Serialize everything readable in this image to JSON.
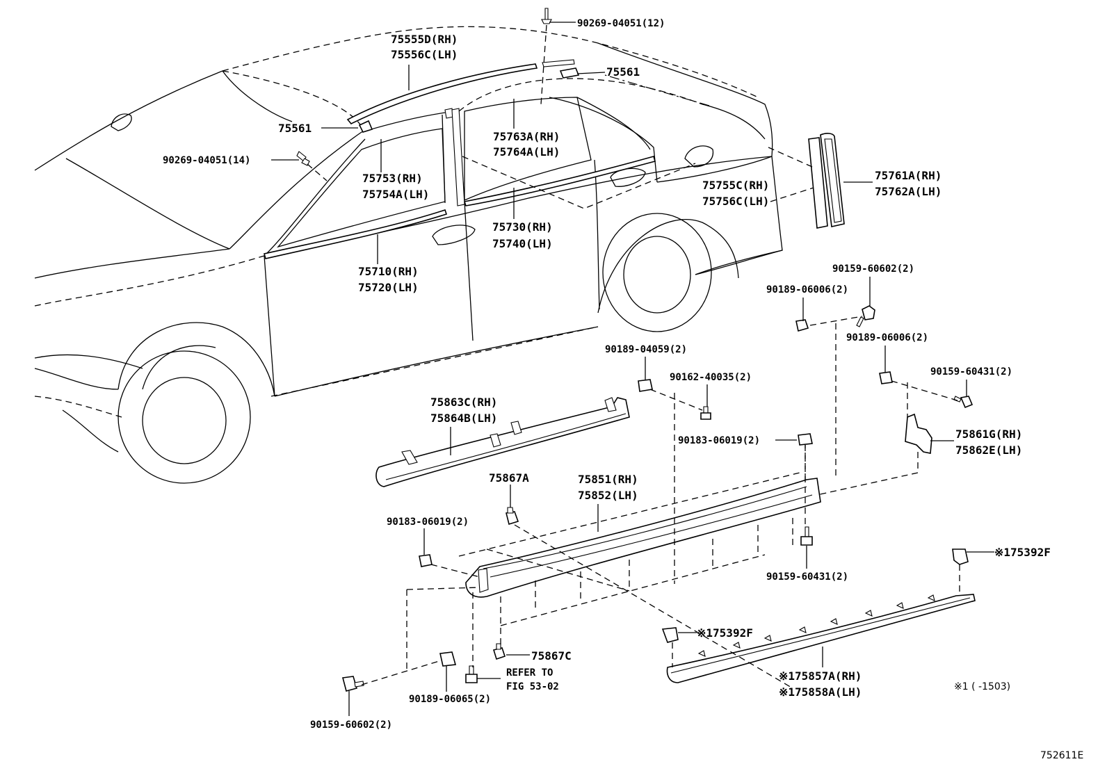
{
  "diagram": {
    "labels": {
      "clip_90269_04051_12": "90269-04051(12)",
      "molding_75555d_rh": "75555D(RH)",
      "molding_75556c_lh": "75556C(LH)",
      "clip_75561_top": "75561",
      "clip_75561_left": "75561",
      "clip_90269_04051_14": "90269-04051(14)",
      "molding_75763a_rh": "75763A(RH)",
      "molding_75764a_lh": "75764A(LH)",
      "molding_75753_rh": "75753(RH)",
      "molding_75754a_lh": "75754A(LH)",
      "molding_75755c_rh": "75755C(RH)",
      "molding_75756c_lh": "75756C(LH)",
      "garnish_75761a_rh": "75761A(RH)",
      "garnish_75762a_lh": "75762A(LH)",
      "molding_75730_rh": "75730(RH)",
      "molding_75740_lh": "75740(LH)",
      "molding_75710_rh": "75710(RH)",
      "molding_75720_lh": "75720(LH)",
      "screw_90159_60602_top": "90159-60602(2)",
      "nut_90189_06006_a": "90189-06006(2)",
      "nut_90189_06006_b": "90189-06006(2)",
      "nut_90189_04059": "90189-04059(2)",
      "screw_90162_40035": "90162-40035(2)",
      "screw_90159_60431_right": "90159-60431(2)",
      "sill_75863c_rh": "75863C(RH)",
      "sill_75864b_lh": "75864B(LH)",
      "nut_90183_06019_right": "90183-06019(2)",
      "bracket_75861g_rh": "75861G(RH)",
      "bracket_75862e_lh": "75862E(LH)",
      "clip_75867a": "75867A",
      "sill_75851_rh": "75851(RH)",
      "sill_75852_lh": "75852(LH)",
      "nut_90183_06019_left": "90183-06019(2)",
      "clip_75392f_right": "※175392F",
      "screw_90159_60431_bottom": "90159-60431(2)",
      "clip_75392f_left": "※175392F",
      "clip_75867c": "75867C",
      "refer_line1": "REFER TO",
      "refer_line2": "FIG 53-02",
      "molding_75857a_rh": "※175857A(RH)",
      "molding_75858a_lh": "※175858A(LH)",
      "nut_90189_06065": "90189-06065(2)",
      "screw_90159_60602_bottom": "90159-60602(2)",
      "footnote": "※1 (        -1503)",
      "figure_id": "752611E"
    }
  }
}
